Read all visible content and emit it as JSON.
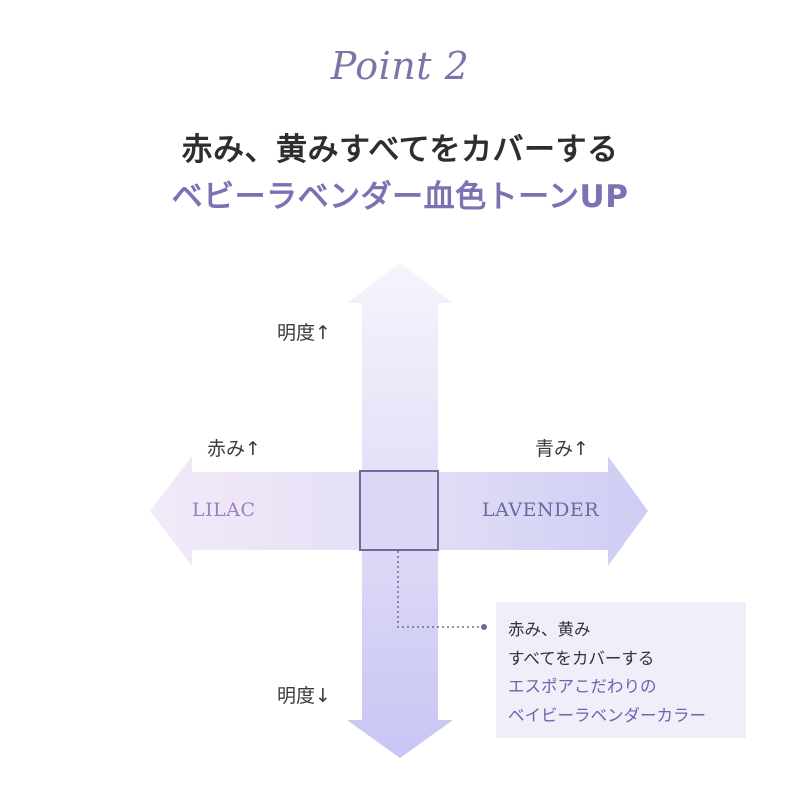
{
  "header": {
    "point_title": "Point 2",
    "headline_line1": "赤み、黄みすべてをカバーする",
    "headline_line2": "ベビーラベンダー血色トーンUP"
  },
  "diagram": {
    "axis_top": "明度↑",
    "axis_bottom": "明度↓",
    "axis_left_top": "赤み↑",
    "axis_right_top": "青み↑",
    "left_name": "LILAC",
    "right_name": "LAVENDER"
  },
  "note": {
    "line1": "赤み、黄み",
    "line2": "すべてをカバーする",
    "line3": "エスポアこだわりの",
    "line4": "ベイビーラベンダーカラー"
  },
  "colors": {
    "title": "#7b75a8",
    "accent": "#7b71b3",
    "lilac": "#9c7fc0",
    "lavender": "#6a6aa0",
    "note_bg": "#f0eef9",
    "marker_border": "#6f6a98"
  }
}
